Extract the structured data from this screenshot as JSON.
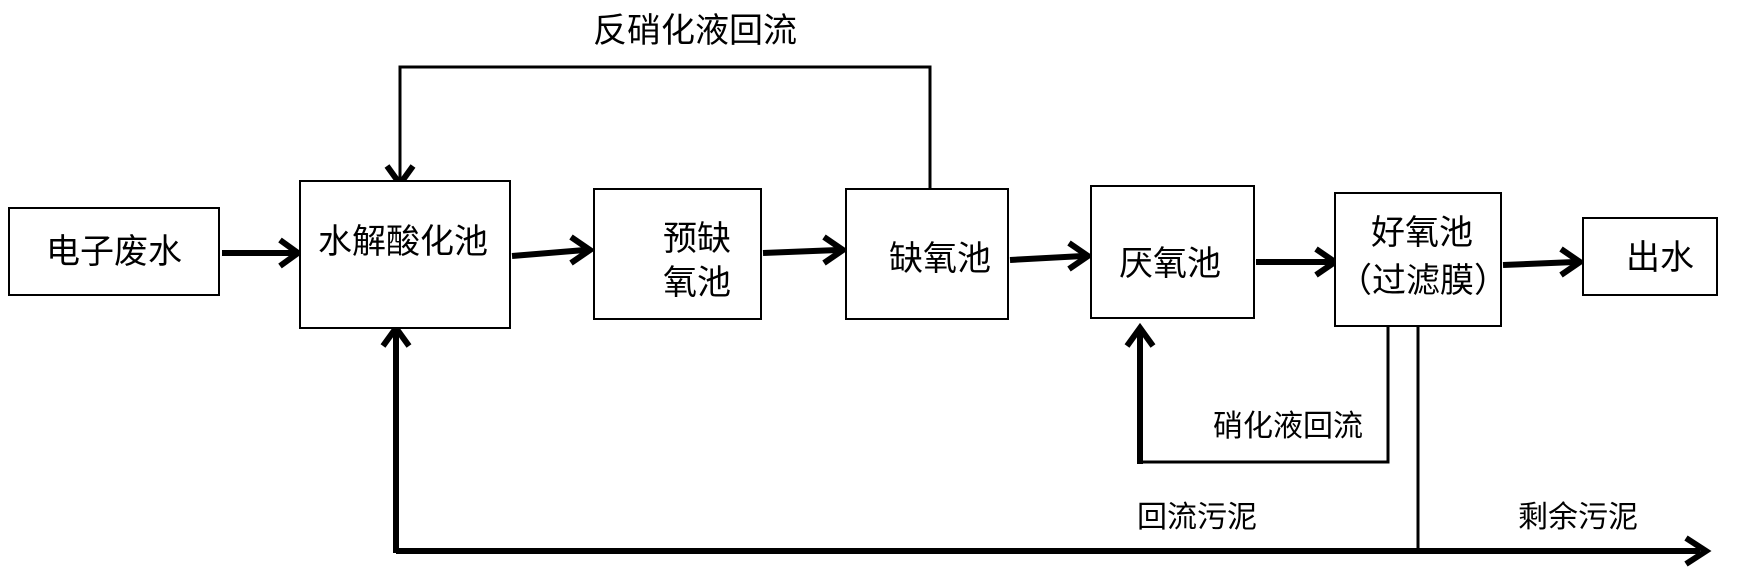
{
  "nodes": {
    "wastewater": "电子废水",
    "hydrolysis": "水解酸化池",
    "pre_anoxic_1": "预缺",
    "pre_anoxic_2": "氧池",
    "anoxic": "缺氧池",
    "anaerobic": "厌氧池",
    "aerobic_1": "好氧池",
    "aerobic_2": "（过滤膜）",
    "effluent": "出水"
  },
  "labels": {
    "denitrification_return": "反硝化液回流",
    "nitrification_return": "硝化液回流",
    "return_sludge": "回流污泥",
    "excess_sludge": "剩余污泥"
  },
  "colors": {
    "line": "#000000",
    "background": "#ffffff"
  }
}
